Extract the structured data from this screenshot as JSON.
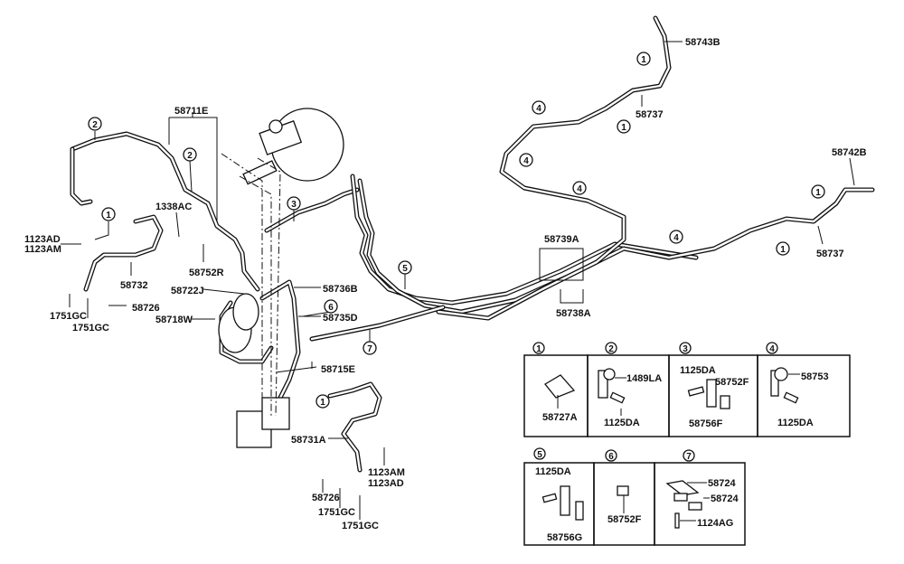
{
  "diagram": {
    "labels": {
      "l58711E": "58711E",
      "l58743B": "58743B",
      "l58737a": "58737",
      "l58742B": "58742B",
      "l58737b": "58737",
      "l1338AC": "1338AC",
      "l1123ADa": "1123AD",
      "l1123AMa": "1123AM",
      "l58752R": "58752R",
      "l58732": "58732",
      "l58726a": "58726",
      "l1751GCa": "1751GC",
      "l1751GCb": "1751GC",
      "l58722J": "58722J",
      "l58736B": "58736B",
      "l58718W": "58718W",
      "l58735D": "58735D",
      "l58739A": "58739A",
      "l58738A": "58738A",
      "l58715E": "58715E",
      "l58731A": "58731A",
      "l1123AMb": "1123AM",
      "l1123ADb": "1123AD",
      "l58726b": "58726",
      "l1751GCc": "1751GC",
      "l1751GCd": "1751GC"
    },
    "callouts": {
      "c1": "1",
      "c2": "2",
      "c3": "3",
      "c4": "4",
      "c5": "5",
      "c6": "6",
      "c7": "7"
    },
    "detail_boxes": [
      {
        "number": "1",
        "parts": [
          "58727A"
        ]
      },
      {
        "number": "2",
        "parts": [
          "1489LA",
          "1125DA"
        ]
      },
      {
        "number": "3",
        "parts": [
          "1125DA",
          "58752F",
          "58756F"
        ]
      },
      {
        "number": "4",
        "parts": [
          "58753",
          "1125DA"
        ]
      },
      {
        "number": "5",
        "parts": [
          "1125DA",
          "58756G"
        ]
      },
      {
        "number": "6",
        "parts": [
          "58752F"
        ]
      },
      {
        "number": "7",
        "parts": [
          "58724",
          "58724",
          "1124AG"
        ]
      }
    ]
  }
}
